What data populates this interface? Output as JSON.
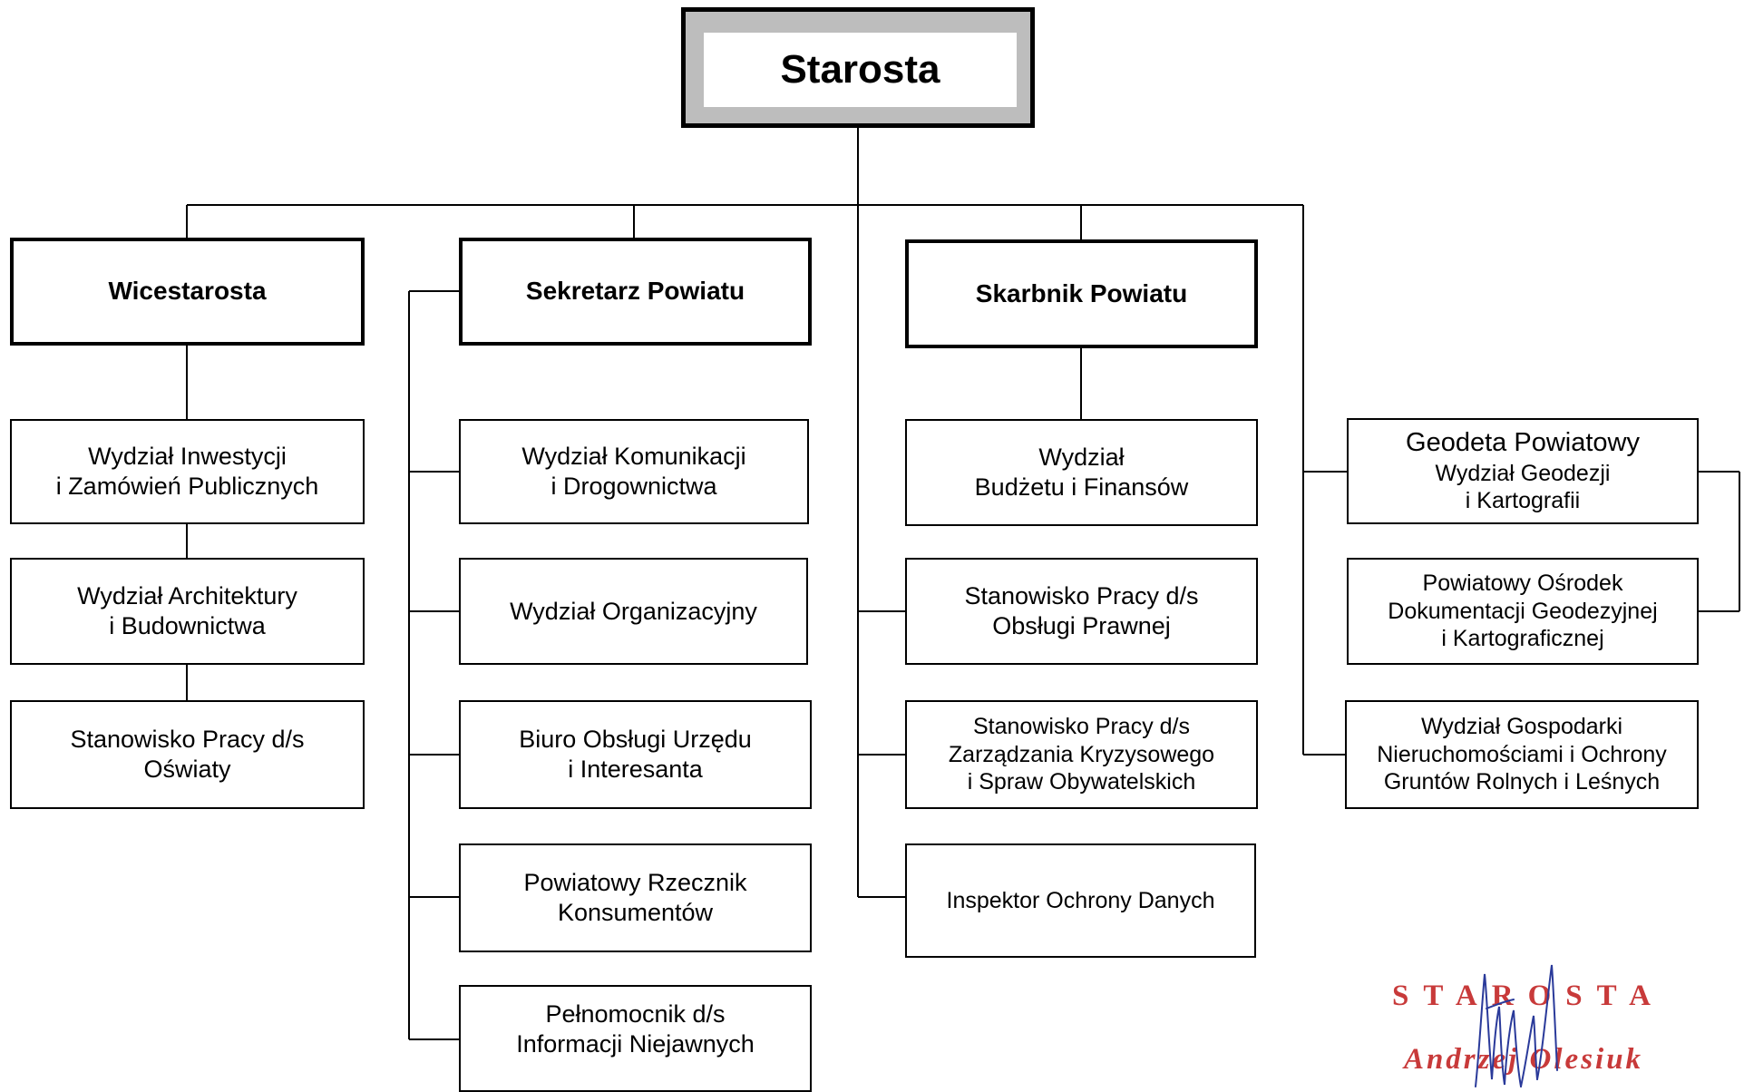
{
  "starosta": "Starosta",
  "heads": {
    "wicestarosta": "Wicestarosta",
    "sekretarz": "Sekretarz Powiatu",
    "skarbnik": "Skarbnik Powiatu"
  },
  "col1": [
    [
      "Wydział Inwestycji",
      "i Zamówień Publicznych"
    ],
    [
      "Wydział Architektury",
      "i Budownictwa"
    ],
    [
      "Stanowisko Pracy d/s",
      "Oświaty"
    ]
  ],
  "col2": [
    [
      "Wydział Komunikacji",
      "i Drogownictwa"
    ],
    [
      "Wydział Organizacyjny"
    ],
    [
      "Biuro Obsługi Urzędu",
      "i Interesanta"
    ],
    [
      "Powiatowy Rzecznik",
      "Konsumentów"
    ],
    [
      "Pełnomocnik d/s",
      "Informacji Niejawnych"
    ]
  ],
  "col3": [
    [
      "Wydział",
      "Budżetu i Finansów"
    ],
    [
      "Stanowisko Pracy d/s",
      "Obsługi Prawnej"
    ],
    [
      "Stanowisko Pracy d/s",
      "Zarządzania Kryzysowego",
      "i Spraw Obywatelskich"
    ],
    [
      "Inspektor Ochrony Danych"
    ]
  ],
  "col4": [
    [
      "Geodeta Powiatowy",
      "Wydział Geodezji",
      "i Kartografii"
    ],
    [
      "Powiatowy Ośrodek",
      "Dokumentacji Geodezyjnej",
      "i Kartograficznej"
    ],
    [
      "Wydział Gospodarki",
      "Nieruchomościami i Ochrony",
      "Gruntów Rolnych i Leśnych"
    ]
  ],
  "stamp": {
    "title": "STAROSTA",
    "name": "Andrzej Olesiuk",
    "color": "#c83a3a"
  }
}
